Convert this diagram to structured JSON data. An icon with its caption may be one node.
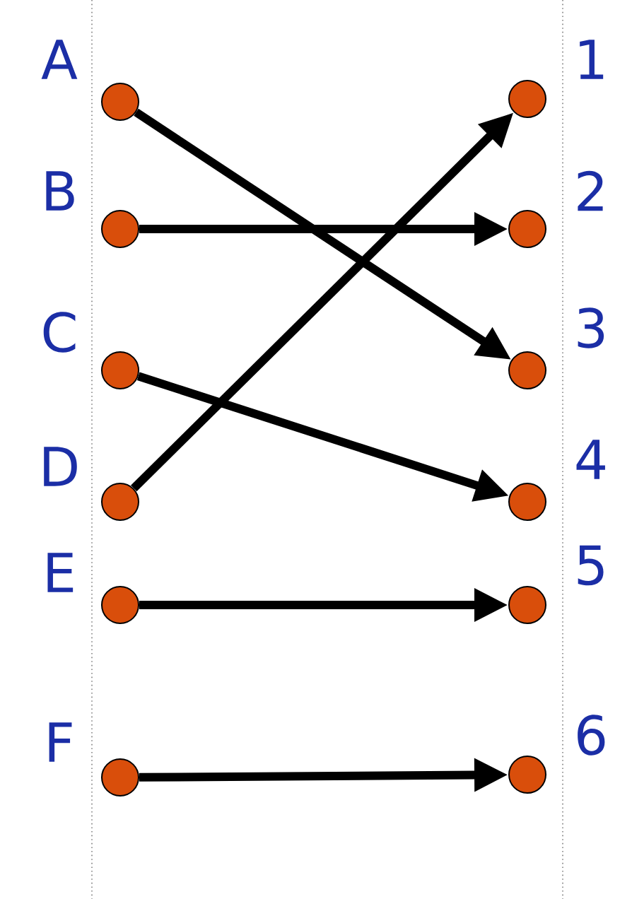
{
  "diagram": {
    "nodes": [
      {
        "text": [
          "A"
        ]
      },
      {
        "text": [
          "B"
        ]
      },
      {
        "text": [
          "C"
        ]
      },
      {
        "text": [
          "D"
        ]
      },
      {
        "text": [
          "E"
        ]
      },
      {
        "text": [
          "F"
        ]
      },
      {
        "text": [
          "1"
        ]
      },
      {
        "text": [
          "2"
        ]
      },
      {
        "text": [
          "3"
        ]
      },
      {
        "text": [
          "4"
        ]
      },
      {
        "text": [
          "5"
        ]
      },
      {
        "text": [
          "6"
        ]
      }
    ],
    "edges": [
      {
        "from": 0,
        "to": 8,
        "arrow": "to"
      },
      {
        "from": 1,
        "to": 7,
        "arrow": "to"
      },
      {
        "from": 2,
        "to": 9,
        "arrow": "to"
      },
      {
        "from": 3,
        "to": 6,
        "arrow": "to"
      },
      {
        "from": 4,
        "to": 10,
        "arrow": "to"
      },
      {
        "from": 5,
        "to": 11,
        "arrow": "to"
      }
    ]
  }
}
